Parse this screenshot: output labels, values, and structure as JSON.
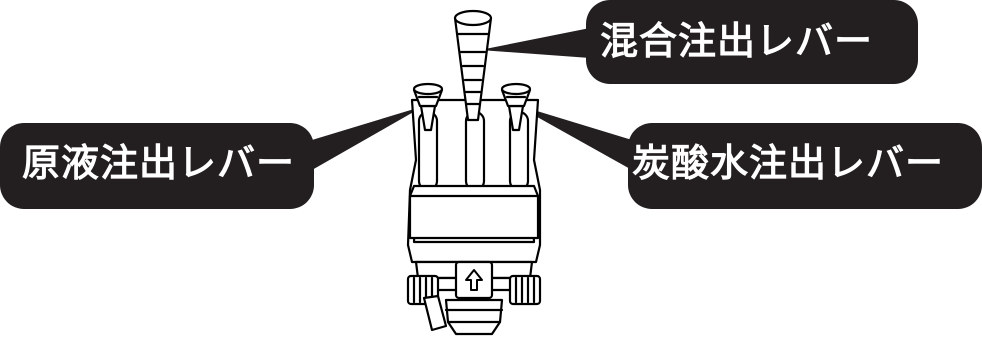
{
  "callouts": {
    "mix_lever": "混合注出レバー",
    "syrup_lever": "原液注出レバー",
    "soda_lever": "炭酸水注出レバー"
  },
  "colors": {
    "callout_bg": "#231f20",
    "callout_text": "#ffffff",
    "line": "#000000",
    "fill": "#ffffff"
  }
}
